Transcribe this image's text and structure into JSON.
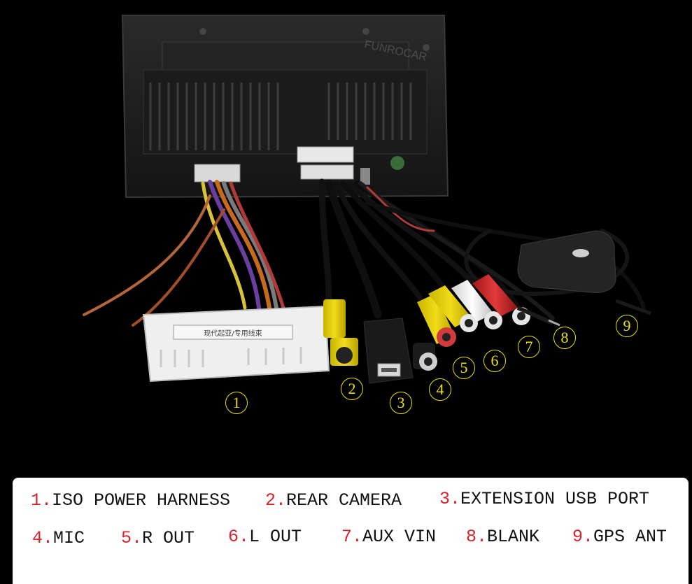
{
  "photo": {
    "watermark": "FUNROCAR",
    "connector_label": "现代起亚/专用线束"
  },
  "callouts": [
    "1",
    "2",
    "3",
    "4",
    "5",
    "6",
    "7",
    "8",
    "9"
  ],
  "legend": {
    "items": [
      {
        "num": "1.",
        "label": "ISO POWER HARNESS"
      },
      {
        "num": "2.",
        "label": "REAR CAMERA"
      },
      {
        "num": "3.",
        "label": "EXTENSION USB PORT"
      },
      {
        "num": "4.",
        "label": "MIC"
      },
      {
        "num": "5.",
        "label": "R OUT"
      },
      {
        "num": "6.",
        "label": "L OUT"
      },
      {
        "num": "7.",
        "label": "AUX VIN"
      },
      {
        "num": "8.",
        "label": "BLANK"
      },
      {
        "num": "9.",
        "label": "GPS ANT"
      }
    ]
  },
  "colors": {
    "background": "#000000",
    "callout": "#ece400",
    "legend_number": "#d9232b",
    "legend_text": "#111111",
    "panel": "#ffffff"
  }
}
